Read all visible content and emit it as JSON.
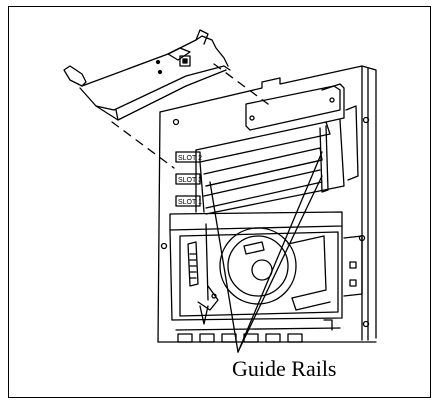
{
  "diagram": {
    "caption": "Guide Rails",
    "slot_labels": [
      "SLOT 2",
      "SLOT 3",
      "SLOT 1"
    ],
    "line_color": "#000000",
    "background": "#ffffff"
  }
}
